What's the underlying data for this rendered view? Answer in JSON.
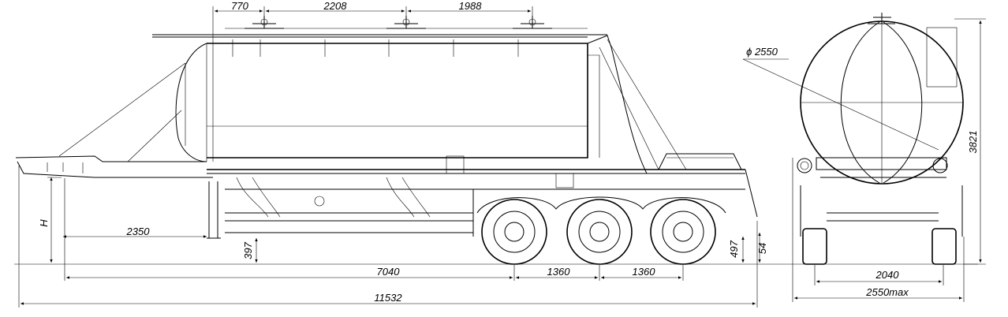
{
  "side_view": {
    "top_dims": [
      "770",
      "2208",
      "1988"
    ],
    "bottom_dims": {
      "kingpin_to_axle": "7040",
      "axle_spacing_1": "1360",
      "axle_spacing_2": "1360",
      "overall_length": "11532",
      "front_overhang": "2350",
      "coupling_height": "H",
      "landing_leg": "397",
      "ground_clearance": "497",
      "bumper": "54"
    }
  },
  "rear_view": {
    "diameter": "ϕ 2550",
    "height": "3821",
    "track": "2040",
    "width": "2550max"
  }
}
